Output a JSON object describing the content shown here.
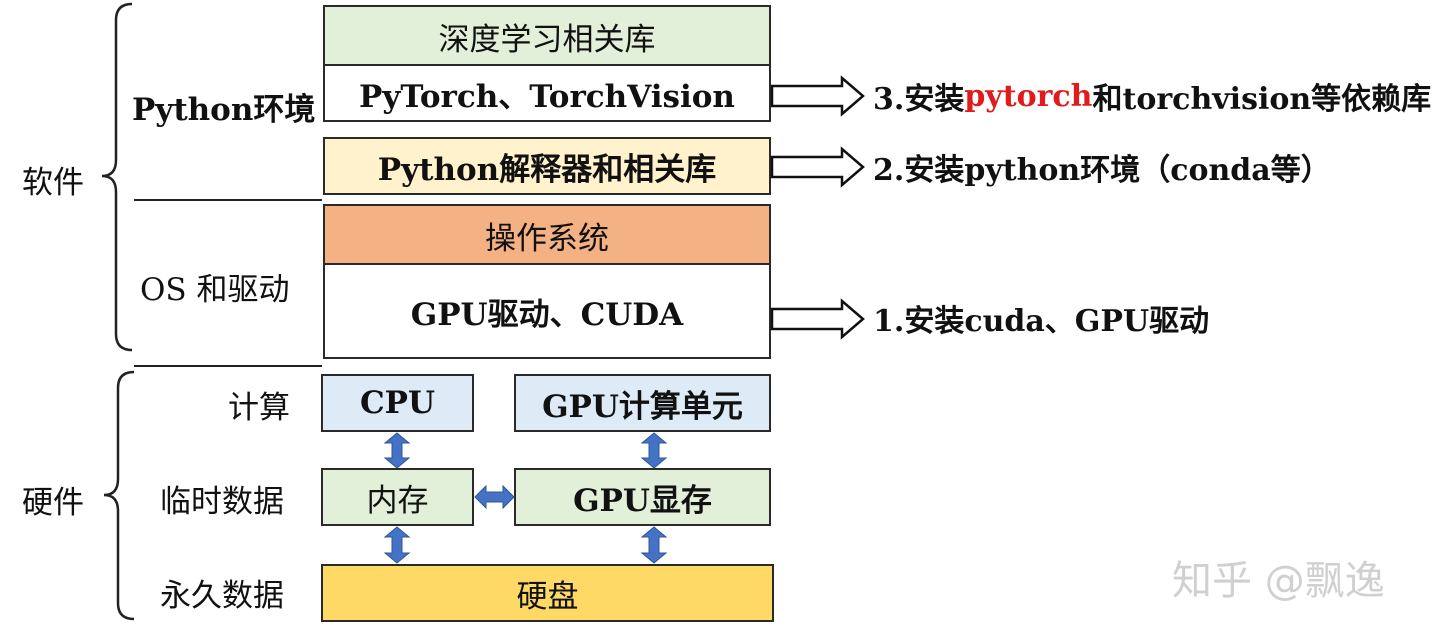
{
  "colors": {
    "green": "#e2efd9",
    "cream": "#fff2cc",
    "orange": "#f4b183",
    "blue": "#deebf7",
    "yellow": "#ffd966",
    "white": "#ffffff",
    "arrow_blue": "#4472c4",
    "red_text": "#e11b1b"
  },
  "braces": {
    "software": "软件",
    "hardware": "硬件"
  },
  "software": {
    "python_env_label": "Python环境",
    "os_label": "OS 和驱动",
    "dl_libs": "深度学习相关库",
    "pytorch_libs": "PyTorch、TorchVision",
    "python_interp": "Python解释器和相关库",
    "os_box": "操作系统",
    "gpu_driver": "GPU驱动、CUDA"
  },
  "hardware": {
    "compute_label": "计算",
    "temp_label": "临时数据",
    "perm_label": "永久数据",
    "cpu": "CPU",
    "gpu_unit": "GPU计算单元",
    "memory": "内存",
    "gpu_memory": "GPU显存",
    "disk": "硬盘"
  },
  "steps": {
    "step3_prefix": "3.安装",
    "step3_highlight": "pytorch",
    "step3_suffix": "和torchvision等依赖库",
    "step2": "2.安装python环境（conda等）",
    "step1": "1.安装cuda、GPU驱动"
  },
  "watermark": "知乎 @飘逸"
}
